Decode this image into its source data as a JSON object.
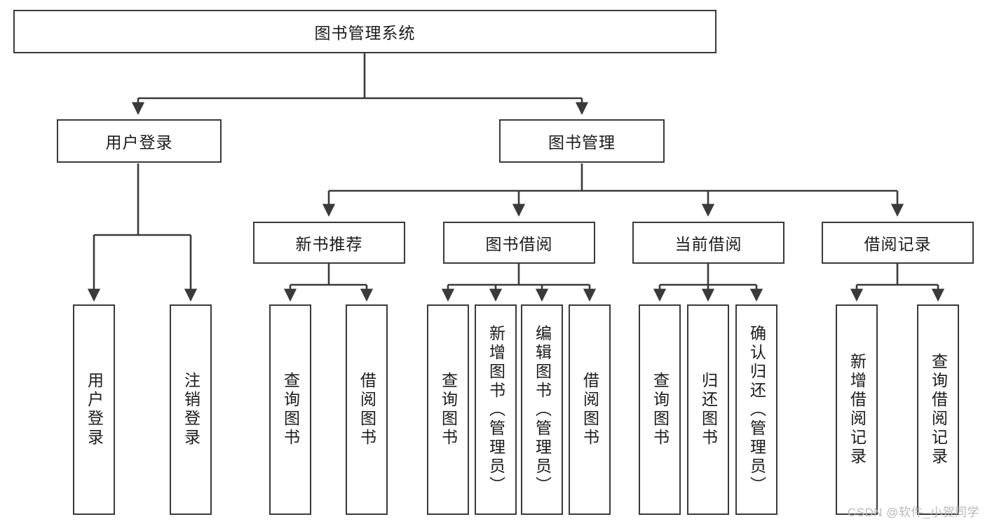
{
  "diagram": {
    "type": "tree-hierarchy",
    "title": "图书管理系统",
    "watermark": "CSDN @软件_小贺同学",
    "colors": {
      "stroke": "#3a3a3a",
      "fill": "#ffffff",
      "text": "#1b1b1b",
      "watermark": "#b9b9b9"
    },
    "levels": {
      "root": {
        "label": "图书管理系统"
      },
      "level2": [
        {
          "id": "user-login",
          "label": "用户登录"
        },
        {
          "id": "book-management",
          "label": "图书管理"
        }
      ],
      "level3": [
        {
          "id": "new-book-recommend",
          "label": "新书推荐",
          "parent": "book-management"
        },
        {
          "id": "book-borrow",
          "label": "图书借阅",
          "parent": "book-management"
        },
        {
          "id": "current-borrow",
          "label": "当前借阅",
          "parent": "book-management"
        },
        {
          "id": "borrow-record",
          "label": "借阅记录",
          "parent": "book-management"
        }
      ],
      "leaves": [
        {
          "id": "leaf-user-login",
          "label": "用户登录",
          "parent": "user-login"
        },
        {
          "id": "leaf-logout",
          "label": "注销登录",
          "parent": "user-login"
        },
        {
          "id": "leaf-query-book-1",
          "label": "查询图书",
          "parent": "new-book-recommend"
        },
        {
          "id": "leaf-borrow-book-1",
          "label": "借阅图书",
          "parent": "new-book-recommend"
        },
        {
          "id": "leaf-query-book-2",
          "label": "查询图书",
          "parent": "book-borrow"
        },
        {
          "id": "leaf-add-book",
          "label": "新增图书（管理员）",
          "parent": "book-borrow"
        },
        {
          "id": "leaf-edit-book",
          "label": "编辑图书（管理员）",
          "parent": "book-borrow"
        },
        {
          "id": "leaf-borrow-book-2",
          "label": "借阅图书",
          "parent": "book-borrow"
        },
        {
          "id": "leaf-query-book-3",
          "label": "查询图书",
          "parent": "current-borrow"
        },
        {
          "id": "leaf-return-book",
          "label": "归还图书",
          "parent": "current-borrow"
        },
        {
          "id": "leaf-confirm-return",
          "label": "确认归还（管理员）",
          "parent": "current-borrow"
        },
        {
          "id": "leaf-add-record",
          "label": "新增借阅记录",
          "parent": "borrow-record"
        },
        {
          "id": "leaf-query-record",
          "label": "查询借阅记录",
          "parent": "borrow-record"
        }
      ]
    }
  }
}
